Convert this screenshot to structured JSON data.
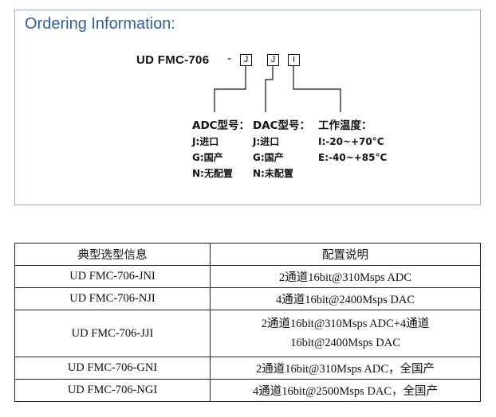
{
  "ordering": {
    "title": "Ordering Information:",
    "prefix": "UD  FMC-706",
    "dash": "-",
    "slots": [
      "J",
      "J",
      "I"
    ],
    "groups": [
      {
        "title": "ADC型号：",
        "lines": [
          "J:进口",
          "G:国产",
          "N:无配置"
        ]
      },
      {
        "title": "DAC型号：",
        "lines": [
          "J:进口",
          "G:国产",
          "N:未配置"
        ]
      },
      {
        "title": "工作温度：",
        "lines": [
          "I:-20~+70°C",
          "E:-40~+85°C"
        ]
      }
    ]
  },
  "table": {
    "headers": [
      "典型选型信息",
      "配置说明"
    ],
    "rows": [
      {
        "model": "UD FMC-706-JNI",
        "desc": [
          "2通道16bit@310Msps ADC"
        ]
      },
      {
        "model": "UD FMC-706-NJI",
        "desc": [
          "4通道16bit@2400Msps DAC"
        ]
      },
      {
        "model": "UD FMC-706-JJI",
        "desc": [
          "2通道16bit@310Msps ADC+4通道",
          "16bit@2400Msps DAC"
        ]
      },
      {
        "model": "UD FMC-706-GNI",
        "desc": [
          "2通道16bit@310Msps ADC，全国产"
        ]
      },
      {
        "model": "UD FMC-706-NGI",
        "desc": [
          "4通道16bit@2500Msps DAC，全国产"
        ]
      }
    ]
  }
}
